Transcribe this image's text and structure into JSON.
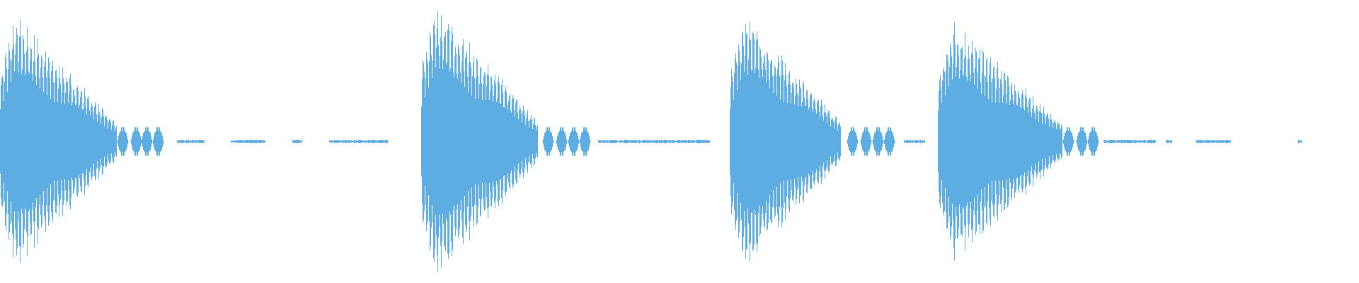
{
  "waveform": {
    "color": "#5dade2",
    "background": "#ffffff",
    "bursts": [
      {
        "start": 0.0,
        "peak": 0.46,
        "decay": 0.045
      },
      {
        "start": 0.31,
        "peak": 0.5,
        "decay": 0.045
      },
      {
        "start": 0.537,
        "peak": 0.47,
        "decay": 0.043
      },
      {
        "start": 0.69,
        "peak": 0.44,
        "decay": 0.048
      }
    ],
    "tail_segments": [
      {
        "burst": 0,
        "blobs": [
          0.06,
          0.09,
          0.1,
          0.108,
          0.116
        ]
      },
      {
        "burst": 1,
        "blobs": [
          0.372,
          0.403,
          0.413,
          0.422,
          0.43
        ]
      },
      {
        "burst": 2,
        "blobs": [
          0.597,
          0.627,
          0.637,
          0.646,
          0.654
        ]
      },
      {
        "burst": 3,
        "blobs": [
          0.77,
          0.786,
          0.796,
          0.804
        ]
      }
    ],
    "noise_segments": [
      [
        0.13,
        0.15
      ],
      [
        0.17,
        0.195
      ],
      [
        0.215,
        0.222
      ],
      [
        0.242,
        0.285
      ],
      [
        0.44,
        0.522
      ],
      [
        0.665,
        0.68
      ],
      [
        0.812,
        0.85
      ],
      [
        0.858,
        0.862
      ],
      [
        0.88,
        0.905
      ],
      [
        0.955,
        0.958
      ]
    ]
  }
}
